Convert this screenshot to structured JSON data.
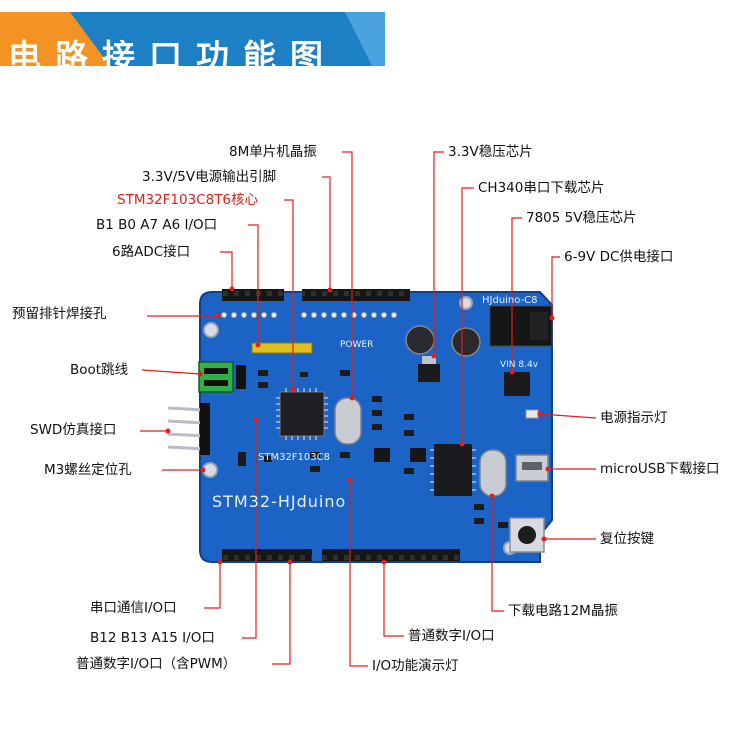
{
  "banner": {
    "title": "电路接口功能图",
    "accent": "#1d7fc4",
    "stripe": "#f39323"
  },
  "board": {
    "brand": "HJduino-C8",
    "name": "STM32-HJduino",
    "mcu_marking": "STM32F103C8",
    "power_label": "POWER",
    "vin_label": "VIN 8.4v",
    "colors": {
      "pcb": "#1b63c4",
      "pcb_dark": "#0e3f8c",
      "header": "#111111"
    }
  },
  "callouts": {
    "crystal_8m": "8M单片机晶振",
    "power_pins": "3.3V/5V电源输出引脚",
    "mcu_core": "STM32F103C8T6核心",
    "io_b1_b0": "B1 B0 A7 A6 I/O口",
    "adc_6ch": "6路ADC接口",
    "reserved_holes": "预留排针焊接孔",
    "boot_jumper": "Boot跳线",
    "swd": "SWD仿真接口",
    "m3_holes": "M3螺丝定位孔",
    "uart_io": "串口通信I/O口",
    "b12_io": "B12 B13 A15 I/O口",
    "pwm_io": "普通数字I/O口（含PWM）",
    "regulator_33": "3.3V稳压芯片",
    "ch340": "CH340串口下载芯片",
    "reg_7805": "7805 5V稳压芯片",
    "dc_jack": "6-9V DC供电接口",
    "power_led": "电源指示灯",
    "micro_usb": "microUSB下载接口",
    "reset_button": "复位按键",
    "crystal_12m": "下载电路12M晶振",
    "digital_io": "普通数字I/O口",
    "io_led": "I/O功能演示灯"
  }
}
